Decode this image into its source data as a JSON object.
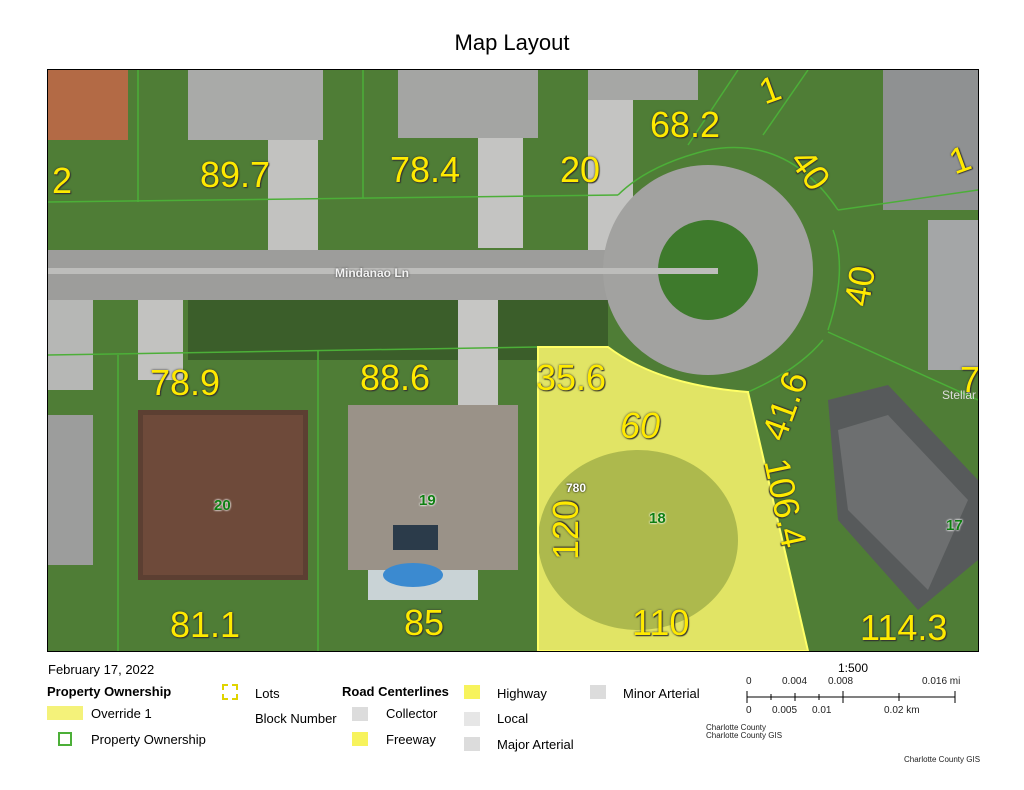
{
  "title": "Map Layout",
  "date": "February 17, 2022",
  "map": {
    "street_name": "Mindanao Ln",
    "address": "780",
    "dimensions": {
      "top_left_edge": "2",
      "top_1": "89.7",
      "top_2": "78.4",
      "top_3": "20",
      "top_4": "68.2",
      "top_5": "1",
      "top_right_1": "40",
      "top_right_2": "1",
      "right_mid": "40",
      "right_edge": "7",
      "mid_1": "78.9",
      "mid_2": "88.6",
      "mid_3": "35.6",
      "subject_top": "60",
      "subject_right_1": "41.6",
      "subject_right_2": "106.4",
      "subject_left": "120",
      "bottom_1": "81.1",
      "bottom_2": "85",
      "bottom_3": "110",
      "bottom_4": "114.3"
    },
    "lots": {
      "lot_20": "20",
      "lot_19": "19",
      "lot_18": "18",
      "lot_17": "17"
    },
    "watermark": "Stellar"
  },
  "legend": {
    "property_ownership_title": "Property Ownership",
    "override": "Override 1",
    "property_ownership": "Property Ownership",
    "lots": "Lots",
    "block_number": "Block Number",
    "road_centerlines_title": "Road Centerlines",
    "collector": "Collector",
    "freeway": "Freeway",
    "highway": "Highway",
    "local": "Local",
    "major_arterial": "Major Arterial",
    "minor_arterial": "Minor Arterial"
  },
  "scale": {
    "ratio": "1:500",
    "mi_labels": [
      "0",
      "0.004",
      "0.008",
      "0.016 mi"
    ],
    "km_labels": [
      "0",
      "0.005",
      "0.01",
      "0.02 km"
    ]
  },
  "credits": {
    "line1": "Charlotte County",
    "line2": "Charlotte County GIS",
    "footer": "Charlotte County GIS"
  },
  "colors": {
    "override_fill": "#f4f27a",
    "parcel_line": "#4caf38",
    "dimension_text": "#ffea00",
    "lot_number": "#0f7f12"
  }
}
